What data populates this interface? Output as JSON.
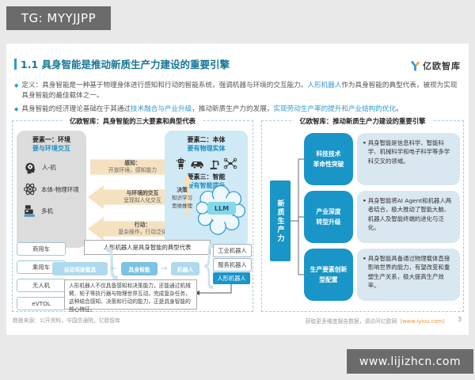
{
  "overlays": {
    "tg_badge": "TG: MYYJJPP",
    "site_badge": "www.lijizhcn.com"
  },
  "header": {
    "title": "1.1 具身智能是推动新质生产力建设的重要引擎",
    "logo_text": "亿欧智库"
  },
  "bullet_marker": "◆",
  "bullets": {
    "b1": {
      "s0": "定义：具身智能是一种基于物理身体进行感知和行动的智能系统，强调机器与环境的交互能力。",
      "s1": "人形机器人",
      "s2": "作为具身智能的典型代表，被视为实现具身智能的最佳载体之一。"
    },
    "b2": {
      "s0": "具身智能的经济理论基础在于其通过",
      "s1": "技术融合与产业升级",
      "s2": "，推动新质生产力的发展，",
      "s3": "实现劳动生产率的提升和产业结构的优化",
      "s4": "。"
    }
  },
  "left_panel": {
    "title": "亿欧智库：具身智能的三大要素和典型代表",
    "element1": {
      "title": "要素一：环境",
      "subtitle": "要与环境交互",
      "items": [
        {
          "label": "人-机"
        },
        {
          "label": "本体-物理环境"
        },
        {
          "label": "多机"
        }
      ]
    },
    "arrows": [
      {
        "title": "感知：",
        "desc": "开放环境，感知能力"
      },
      {
        "title": "与环境的交互",
        "desc": "呈现拟人化交互"
      },
      {
        "title": "行动：",
        "desc": "复杂操作，行动泛化"
      }
    ],
    "element2": {
      "title": "要素二：本体",
      "subtitle": "要有物理实体"
    },
    "element3": {
      "title": "要素三：智能",
      "subtitle": "要有智能提升",
      "decision_title": "决策",
      "decision_body": "知识学习\n思维推理",
      "llm": "LLM"
    },
    "bottom": {
      "caption": "人形机器人是具身智能的典型代表",
      "vehicles": [
        "商用车",
        "乘用车",
        "无人机",
        "eVTOL"
      ],
      "pills": [
        "自动驾驶载具",
        "具身智能",
        "机器人"
      ],
      "connector_left": "←",
      "connector_right": "→",
      "brace_left": "}",
      "brace_right": "{",
      "robots": [
        "工业机器人",
        "服务机器人",
        "人形机器人"
      ],
      "note": "人形机器人不仅具备感知和决策能力，还能通过机械臂、轮子等执行器与物理世界互动，完成复杂任务，这种结合感知、决策和行动的能力，正是具身智能的核心特征。"
    }
  },
  "right_panel": {
    "title": "亿欧智库：推动新质生产力建设的重要引擎",
    "axis_label": "新质生产力",
    "marker": "•",
    "rows": [
      {
        "label": "科技技术\n革命性突破",
        "desc": "具身智能是信息科学、智能科学、机械科学和电子科学等多学科交叉的领域。"
      },
      {
        "label": "产业深度\n转型升级",
        "desc": "具身智能将AI Agent和机器人两者结合，极大推动了智能大脑、机器人及智能终端的进化与泛化。"
      },
      {
        "label": "生产要素创新\n型配置",
        "desc": "具身智能具备通过物理载体直接影响世界的能力，有望改变和重塑生产关系，极大提高生产效率。"
      }
    ]
  },
  "footer": {
    "source": "数据来源：公开资料，中国信通院，亿欧智库",
    "more_prefix": "获取更多维度报告数据，请访问亿欧网（",
    "more_link": "www.iyiou.com",
    "more_suffix": "）",
    "page": "3"
  },
  "colors": {
    "accent_blue": "#2e9ad2",
    "box_blue": "#1995c8",
    "light_blue_fill": "#cfe9f5",
    "desc_fill": "#d9e7f1",
    "tan_arrow": "#f5e1c0",
    "badge_gray": "#6b6b6b",
    "title_teal": "#177699"
  }
}
